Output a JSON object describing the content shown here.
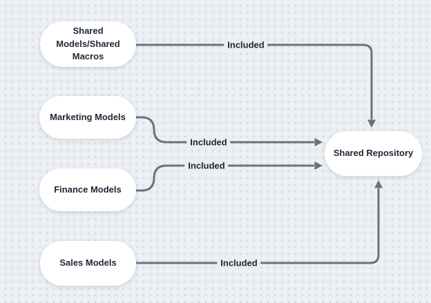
{
  "diagram": {
    "nodes": [
      {
        "id": "shared-models-macros",
        "label": "Shared\nModels/Shared\nMacros"
      },
      {
        "id": "marketing-models",
        "label": "Marketing Models"
      },
      {
        "id": "finance-models",
        "label": "Finance Models"
      },
      {
        "id": "sales-models",
        "label": "Sales Models"
      },
      {
        "id": "shared-repository",
        "label": "Shared Repository"
      }
    ],
    "edges": [
      {
        "from": "shared-models-macros",
        "to": "shared-repository",
        "label": "Included"
      },
      {
        "from": "marketing-models",
        "to": "shared-repository",
        "label": "Included"
      },
      {
        "from": "finance-models",
        "to": "shared-repository",
        "label": "Included"
      },
      {
        "from": "sales-models",
        "to": "shared-repository",
        "label": "Included"
      }
    ],
    "colors": {
      "background": "#ebeef2",
      "grid_dot": "#cbd3dc",
      "node_fill": "#ffffff",
      "connector_line": "#68737f",
      "text": "#1e2734"
    }
  }
}
